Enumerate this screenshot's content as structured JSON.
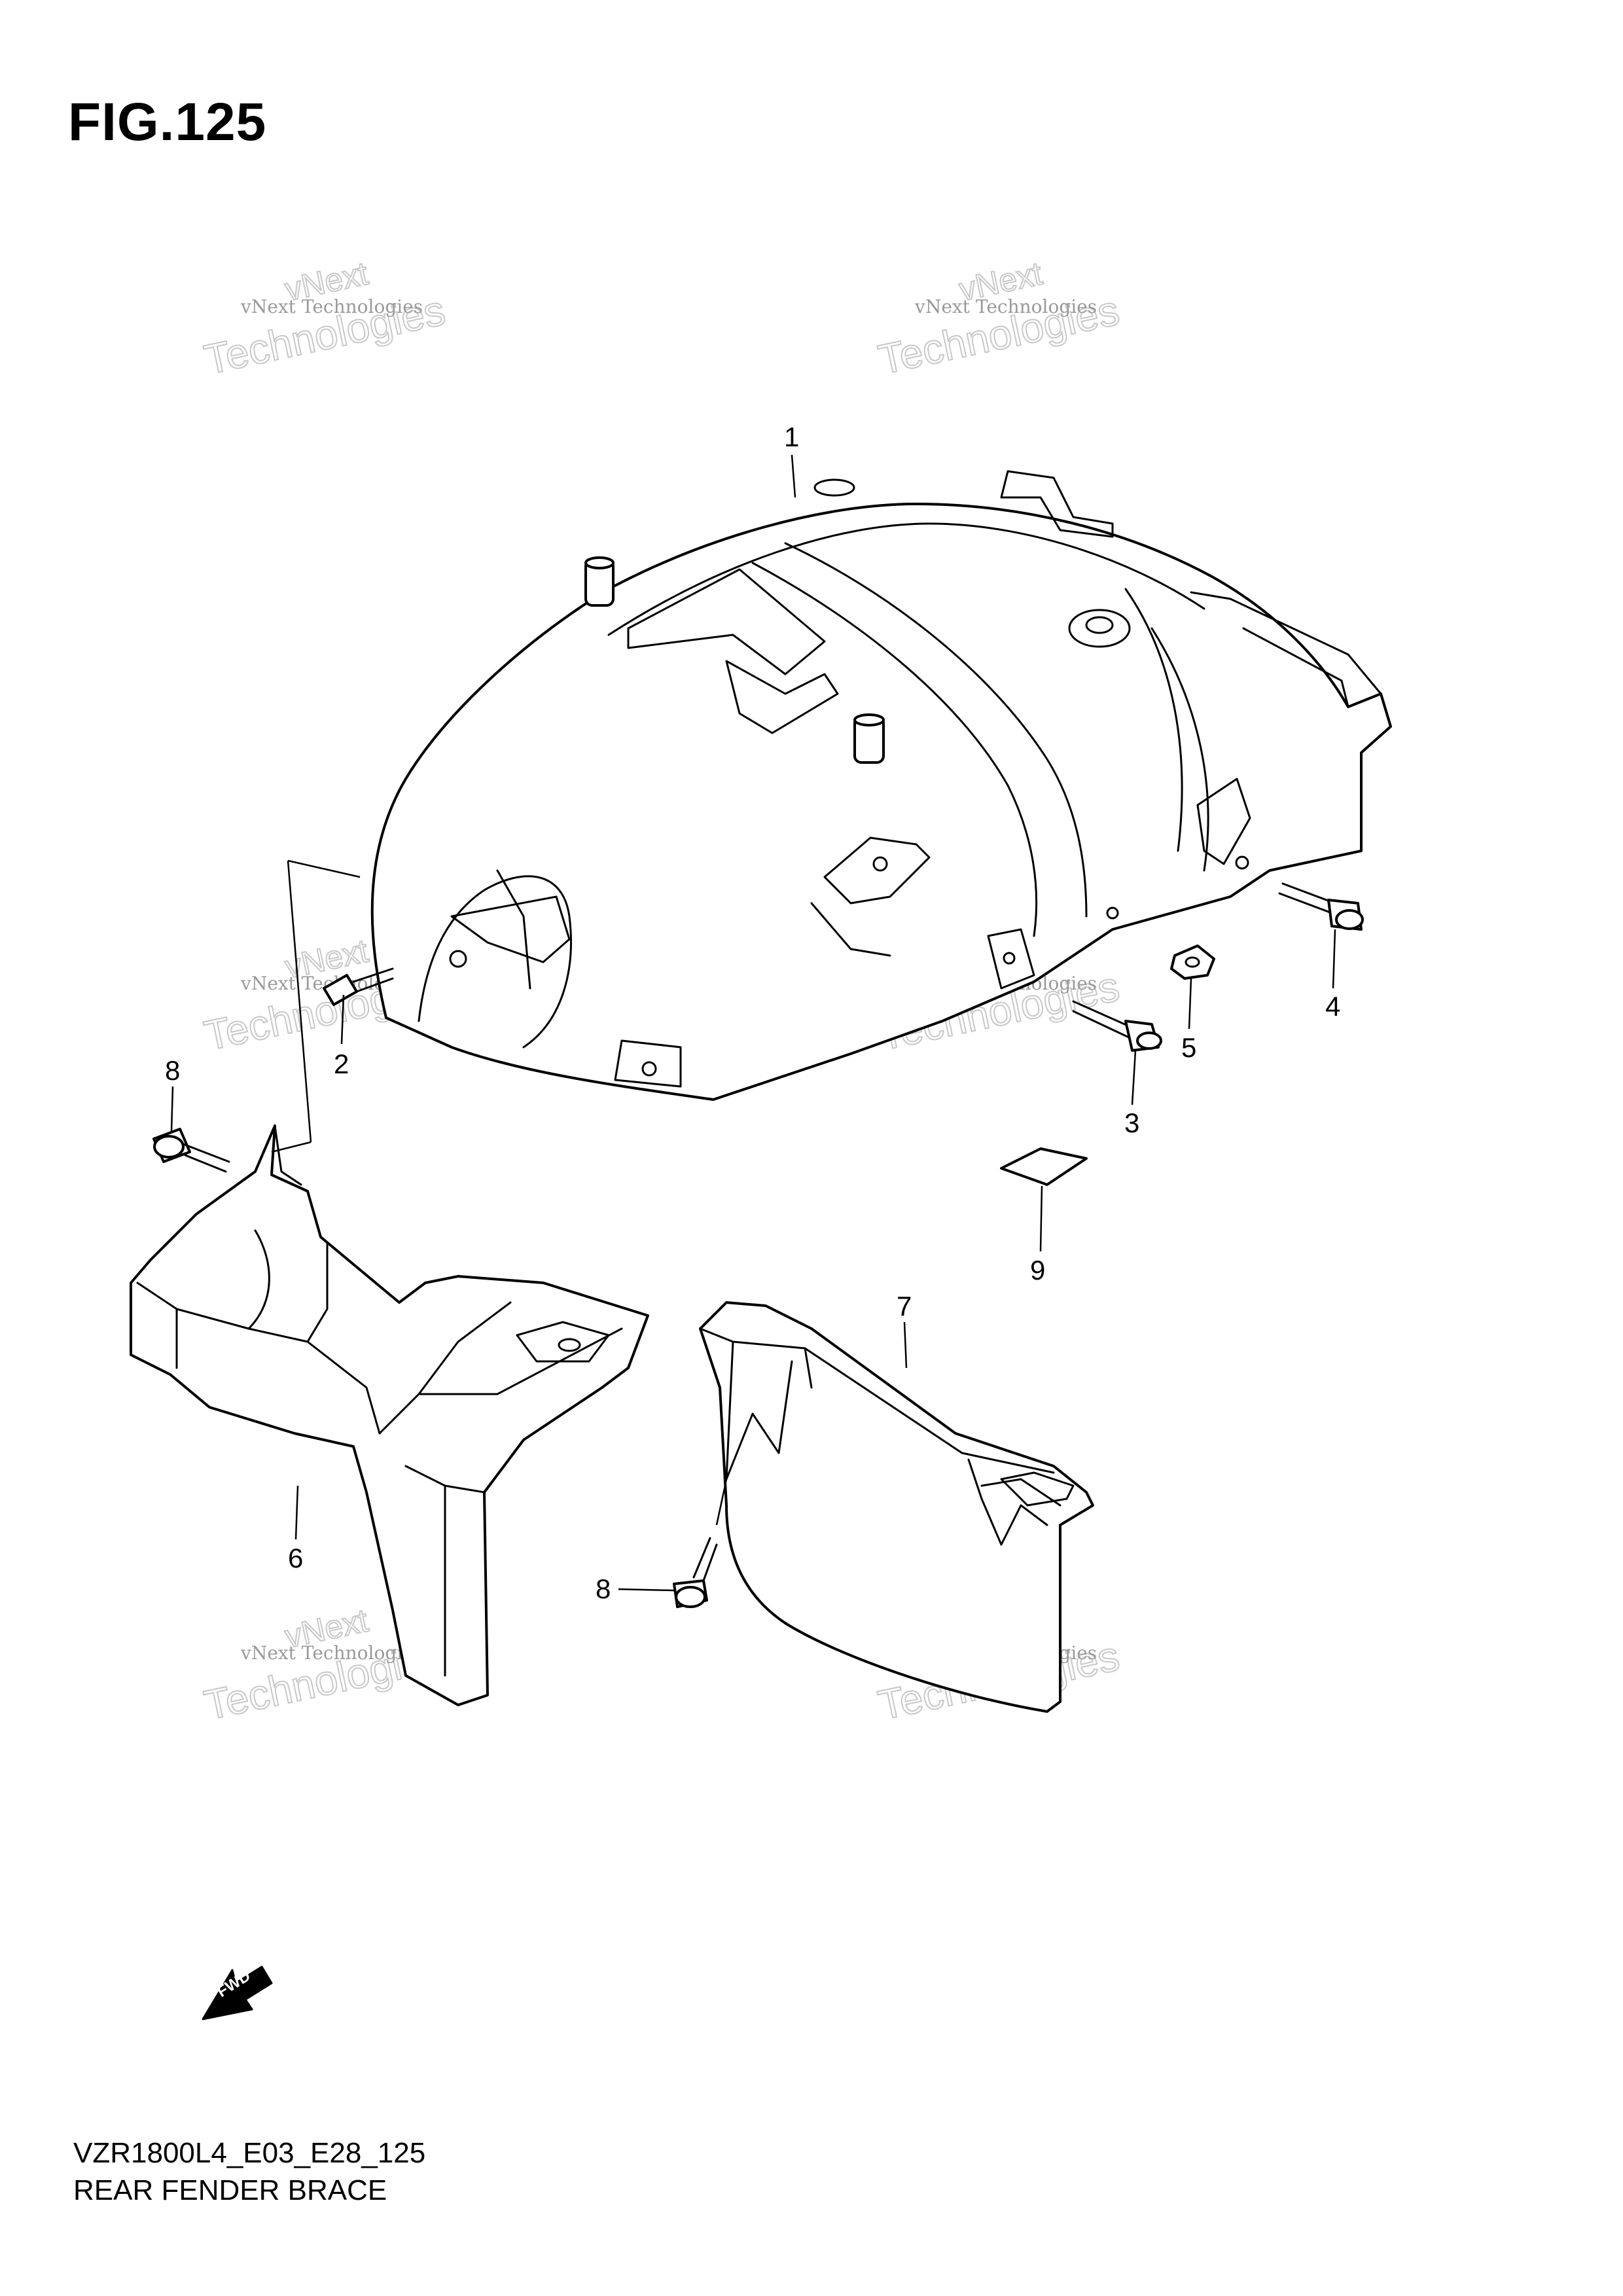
{
  "figure": {
    "title": "FIG.125",
    "model_code": "VZR1800L4_E03_E28_125",
    "name": "REAR FENDER BRACE"
  },
  "watermark": {
    "line1": "vNext Technologies",
    "line2": "Technologies",
    "line3": "vNext"
  },
  "orientation_badge": {
    "label": "FWD"
  },
  "callouts": [
    {
      "number": "1"
    },
    {
      "number": "2"
    },
    {
      "number": "3"
    },
    {
      "number": "4"
    },
    {
      "number": "5"
    },
    {
      "number": "6"
    },
    {
      "number": "7"
    },
    {
      "number": "8"
    },
    {
      "number": "8"
    },
    {
      "number": "9"
    }
  ]
}
